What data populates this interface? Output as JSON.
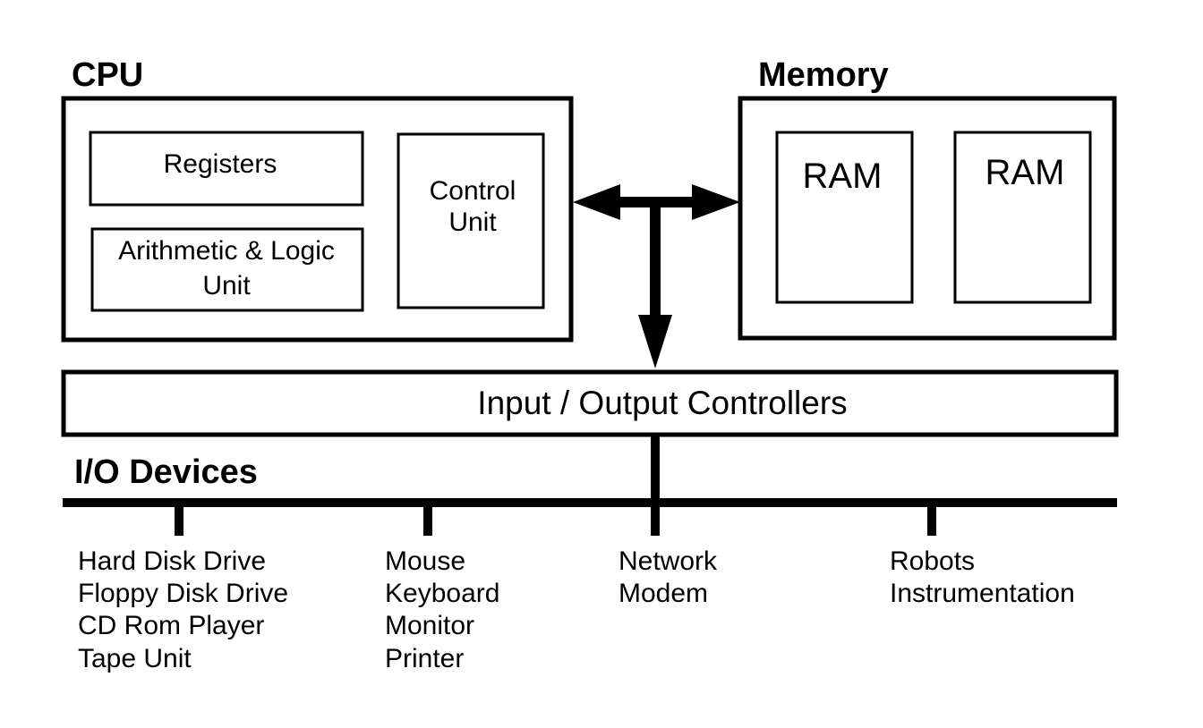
{
  "cpu": {
    "title": "CPU",
    "registers": "Registers",
    "alu": [
      "Arithmetic & Logic",
      "Unit"
    ],
    "control_unit": [
      "Control",
      "Unit"
    ]
  },
  "memory": {
    "title": "Memory",
    "ram_1": "RAM",
    "ram_2": "RAM"
  },
  "io_controllers": "Input / Output Controllers",
  "io_devices": {
    "title": "I/O Devices",
    "groups": [
      [
        "Hard Disk Drive",
        "Floppy Disk Drive",
        "CD Rom Player",
        "Tape Unit"
      ],
      [
        "Mouse",
        "Keyboard",
        "Monitor",
        "Printer"
      ],
      [
        "Network",
        "Modem"
      ],
      [
        "Robots",
        "Instrumentation"
      ]
    ]
  },
  "colors": {
    "stroke": "#000000",
    "background": "#ffffff"
  }
}
